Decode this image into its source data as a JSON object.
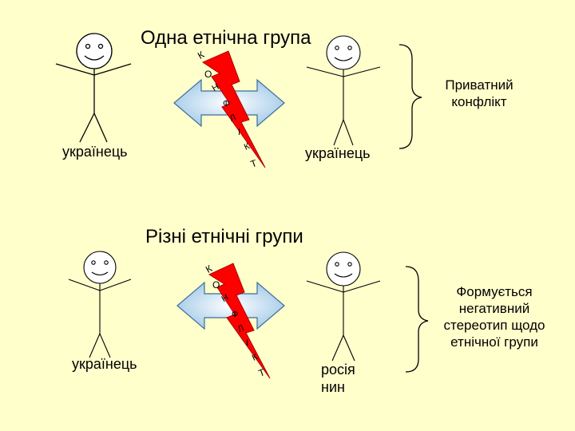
{
  "top": {
    "title": "Одна етнічна група",
    "left_person": "українець",
    "right_person": "українець",
    "conflict_letters": [
      "К",
      "О",
      "Н",
      "Ф",
      "Л",
      "І",
      "К",
      "Т"
    ],
    "note": [
      "Приватний",
      "конфлікт"
    ]
  },
  "bottom": {
    "title": "Різні етнічні групи",
    "left_person": "українець",
    "right_person": [
      "росія",
      "нин"
    ],
    "conflict_letters": [
      "К",
      "О",
      "Н",
      "Ф",
      "Л",
      "І",
      "К",
      "Т"
    ],
    "note": [
      "Формується",
      "негативний",
      "стереотип щодо",
      "етнічної групи"
    ]
  },
  "colors": {
    "background": "#ffffcc",
    "arrow_fill": "#a8cde8",
    "lightning_fill": "#ff0000"
  }
}
